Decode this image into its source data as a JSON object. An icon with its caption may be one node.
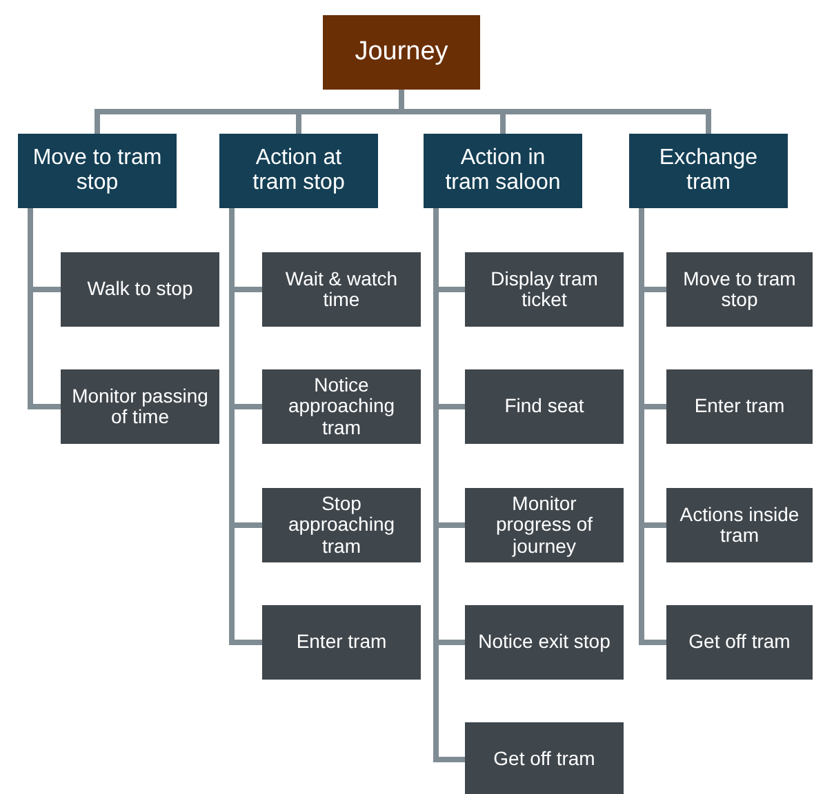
{
  "diagram": {
    "nodes": [
      {
        "text": [
          "Journey"
        ]
      },
      {
        "text": [
          "Move to tram stop"
        ]
      },
      {
        "text": [
          "Action at tram stop"
        ]
      },
      {
        "text": [
          "Action in tram saloon"
        ]
      },
      {
        "text": [
          "Exchange tram"
        ]
      },
      {
        "text": [
          "Walk to stop"
        ]
      },
      {
        "text": [
          "Monitor passing of time"
        ]
      },
      {
        "text": [
          "Wait & watch time"
        ]
      },
      {
        "text": [
          "Notice approaching tram"
        ]
      },
      {
        "text": [
          "Stop approaching tram"
        ]
      },
      {
        "text": [
          "Enter tram"
        ]
      },
      {
        "text": [
          "Display tram ticket"
        ]
      },
      {
        "text": [
          "Find seat"
        ]
      },
      {
        "text": [
          "Monitor progress of journey"
        ]
      },
      {
        "text": [
          "Notice exit stop"
        ]
      },
      {
        "text": [
          "Get off tram"
        ]
      },
      {
        "text": [
          "Move to tram stop"
        ]
      },
      {
        "text": [
          "Enter tram"
        ]
      },
      {
        "text": [
          "Actions inside tram"
        ]
      },
      {
        "text": [
          "Get off tram"
        ]
      }
    ],
    "edges": [
      {
        "from": 0,
        "to": 1,
        "arrow": "none"
      },
      {
        "from": 0,
        "to": 2,
        "arrow": "none"
      },
      {
        "from": 0,
        "to": 3,
        "arrow": "none"
      },
      {
        "from": 0,
        "to": 4,
        "arrow": "none"
      },
      {
        "from": 1,
        "to": 5,
        "arrow": "none"
      },
      {
        "from": 1,
        "to": 6,
        "arrow": "none"
      },
      {
        "from": 2,
        "to": 7,
        "arrow": "none"
      },
      {
        "from": 2,
        "to": 8,
        "arrow": "none"
      },
      {
        "from": 2,
        "to": 9,
        "arrow": "none"
      },
      {
        "from": 2,
        "to": 10,
        "arrow": "none"
      },
      {
        "from": 3,
        "to": 11,
        "arrow": "none"
      },
      {
        "from": 3,
        "to": 12,
        "arrow": "none"
      },
      {
        "from": 3,
        "to": 13,
        "arrow": "none"
      },
      {
        "from": 3,
        "to": 14,
        "arrow": "none"
      },
      {
        "from": 3,
        "to": 15,
        "arrow": "none"
      },
      {
        "from": 4,
        "to": 16,
        "arrow": "none"
      },
      {
        "from": 4,
        "to": 17,
        "arrow": "none"
      },
      {
        "from": 4,
        "to": 18,
        "arrow": "none"
      },
      {
        "from": 4,
        "to": 19,
        "arrow": "none"
      }
    ]
  }
}
